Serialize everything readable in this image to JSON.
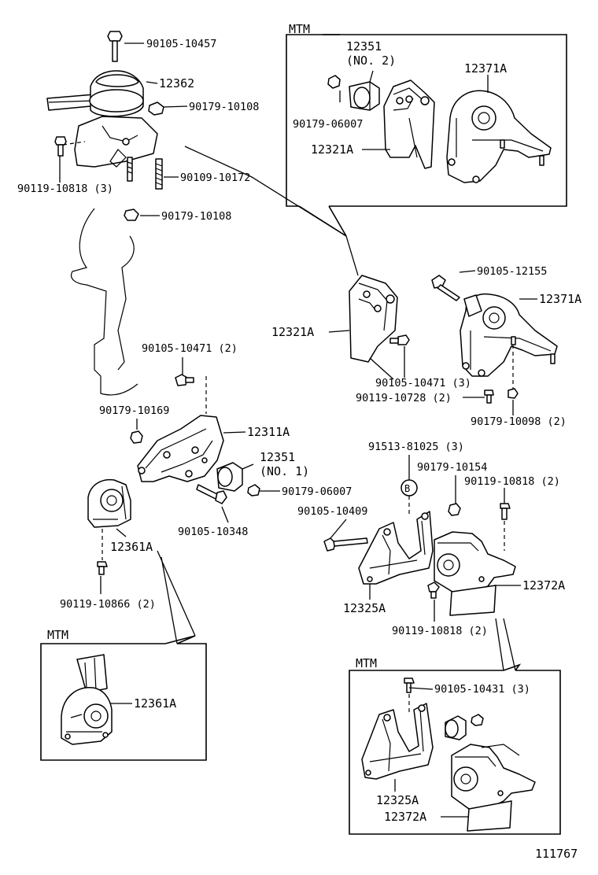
{
  "figure_id": "111767",
  "mtm_label": "MTM",
  "circle_marker": "B",
  "labels": {
    "bolt_top": "90105-10457",
    "mount_top": "12362",
    "nut_top": "90179-10108",
    "bolt_left_3": "90119-10818 (3)",
    "stud": "90109-10172",
    "nut_below": "90179-10108",
    "box1_mount_no2_a": "12351",
    "box1_mount_no2_b": "(NO. 2)",
    "box1_nut": "90179-06007",
    "box1_bracket": "12321A",
    "box1_mount": "12371A",
    "bolt_right_top": "90105-12155",
    "mount_right": "12371A",
    "bracket_mid": "12321A",
    "bolt_mid_3": "90105-10471 (3)",
    "bolt_mid_2": "90119-10728 (2)",
    "nut_right_2": "90179-10098 (2)",
    "bolt_left_2": "90105-10471 (2)",
    "nut_left": "90179-10169",
    "bracket_left": "12311A",
    "mount_no1_a": "12351",
    "mount_no1_b": "(NO. 1)",
    "nut_left_mid": "90179-06007",
    "bolt_left_mid": "90105-10348",
    "mount_left": "12361A",
    "bolt_bottom_left": "90119-10866 (2)",
    "box2_mount": "12361A",
    "bolt_b_3": "91513-81025 (3)",
    "nut_right_mid": "90179-10154",
    "bolt_right_mid_2": "90119-10818 (2)",
    "bolt_center": "90105-10409",
    "bracket_lower": "12325A",
    "mount_lower_right": "12372A",
    "bolt_lower_2": "90119-10818 (2)",
    "box3_bolt": "90105-10431 (3)",
    "box3_bracket": "12325A",
    "box3_mount": "12372A"
  }
}
